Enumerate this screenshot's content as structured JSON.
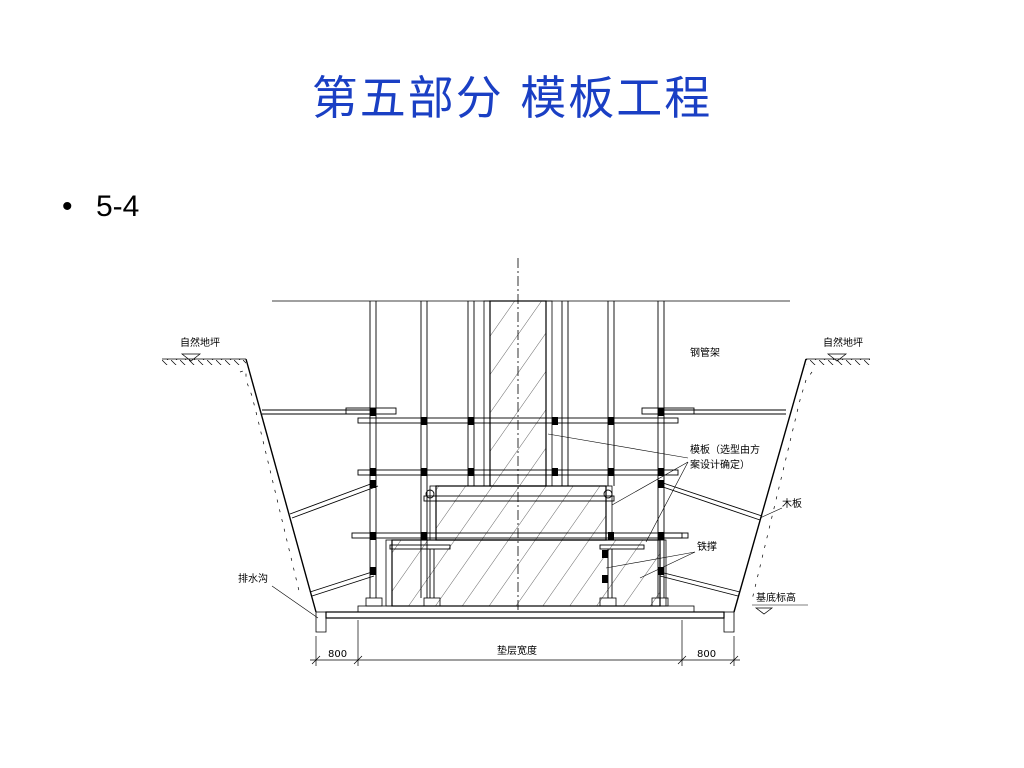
{
  "slide": {
    "title": "第五部分  模板工程",
    "bullet_symbol": "•",
    "bullet_text": "5-4"
  },
  "diagram": {
    "labels": {
      "ground_left": "自然地坪",
      "ground_right": "自然地坪",
      "steel_scaffold": "钢管架",
      "formwork_line1": "模板（选型由方",
      "formwork_line2": "案设计确定）",
      "wood_board": "木板",
      "iron_brace": "铁撑",
      "drainage_ditch": "排水沟",
      "base_elevation": "基底标高",
      "dim_left": "800",
      "dim_center": "垫层宽度",
      "dim_right": "800"
    },
    "colors": {
      "title": "#1a3fc4",
      "line": "#000000"
    }
  }
}
